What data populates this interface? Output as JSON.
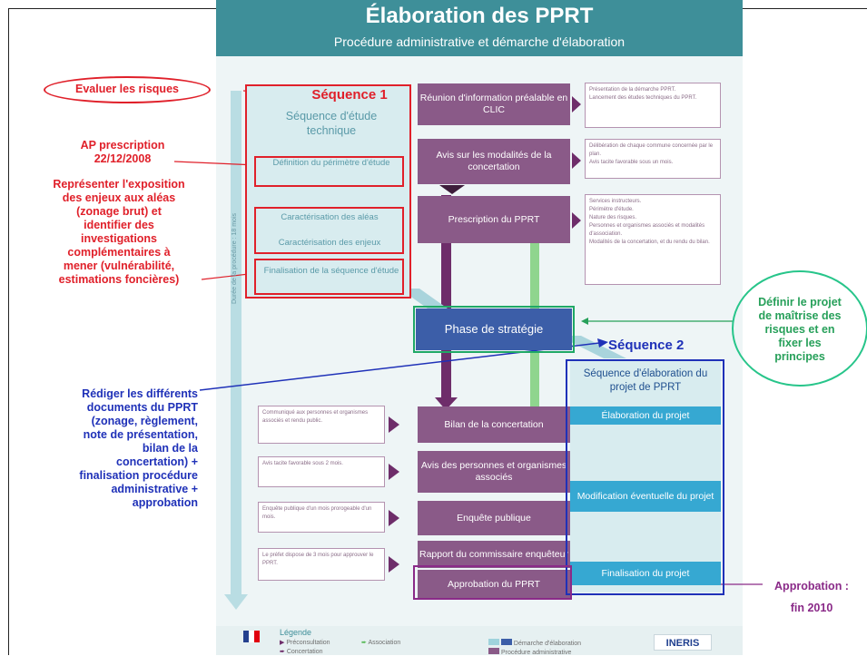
{
  "header": {
    "title": "Élaboration des PPRT",
    "subtitle": "Procédure administrative et démarche d'élaboration"
  },
  "left_sequence": {
    "title": "Séquence d'étude technique",
    "steps": [
      "Définition du périmètre d'étude",
      "Caractérisation des aléas",
      "Caractérisation des enjeux",
      "Finalisation de la séquence d'étude"
    ]
  },
  "duration_label": "Durée de la procédure : 18 mois",
  "center_steps": [
    "Réunion d'information préalable en CLIC",
    "Avis sur les modalités de la concertation",
    "Prescription du PPRT",
    "Bilan de la concertation",
    "Avis des personnes et organismes associés",
    "Enquête publique",
    "Rapport du commissaire enquêteur",
    "Approbation du PPRT"
  ],
  "strategy_phase": "Phase de stratégie",
  "right_notes": [
    [
      "Présentation de la démarche PPRT.",
      "Lancement des études techniques du PPRT."
    ],
    [
      "Délibération de chaque commune concernée par le plan.",
      "Avis tacite favorable sous un mois."
    ],
    [
      "Services instructeurs.",
      "Périmètre d'étude.",
      "Nature des risques.",
      "Personnes et organismes associés et modalités d'association.",
      "Modalités de la concertation, et du rendu du bilan."
    ]
  ],
  "left_notes": [
    [
      "Communiqué aux personnes et organismes associés et rendu public."
    ],
    [
      "Avis tacite favorable sous 2 mois."
    ],
    [
      "Enquête publique d'un mois prorogeable d'un mois."
    ],
    [
      "Le préfet dispose de 3 mois pour approuver le PPRT."
    ]
  ],
  "right_sequence": {
    "title": "Séquence d'élaboration du projet de PPRT",
    "steps": [
      "Élaboration du projet",
      "Modification éventuelle du projet",
      "Finalisation du projet"
    ]
  },
  "legend": {
    "title": "Légende",
    "items": [
      "Préconsultation",
      "Association",
      "Concertation",
      "Démarche d'élaboration",
      "Procédure administrative"
    ],
    "logo": "INERIS"
  },
  "annotations": {
    "evaluer": "Evaluer les risques",
    "sequence1": "Séquence 1",
    "ap": [
      "AP prescription",
      "22/12/2008"
    ],
    "representer": [
      "Représenter l'exposition",
      "des enjeux aux aléas",
      "(zonage brut) et",
      "identifier des",
      "investigations",
      "complémentaires à",
      "mener (vulnérabilité,",
      "estimations foncières)"
    ],
    "definir": [
      "Définir le projet",
      "de maîtrise des",
      "risques et en",
      "fixer les",
      "principes"
    ],
    "sequence2": "Séquence 2",
    "rediger": [
      "Rédiger les différents",
      "documents du PPRT",
      "(zonage, règlement,",
      "note de présentation,",
      "bilan de la",
      "concertation) +",
      "finalisation procédure",
      "administrative +",
      "approbation"
    ],
    "approbation": [
      "Approbation :",
      "fin 2010"
    ]
  },
  "colors": {
    "teal": "#3e8f99",
    "purple": "#8a5a88",
    "red": "#e0202a",
    "blue": "#1f31b8",
    "green": "#27a05a"
  }
}
